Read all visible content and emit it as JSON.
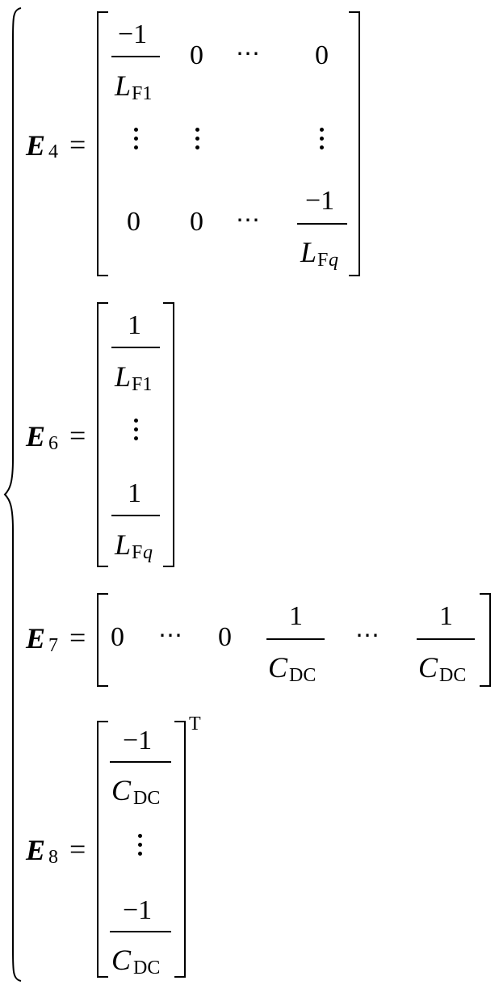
{
  "system": {
    "brace": "left-curly-brace",
    "equals": "=",
    "transpose": "T",
    "ellipsis": "⋯",
    "minus_one": "−1",
    "one": "1",
    "zero": "0",
    "L": "L",
    "C": "C",
    "sub_F1": "F1",
    "sub_F": "F",
    "sub_q": "q",
    "sub_DC": "DC"
  },
  "E4": {
    "symbol": "E",
    "index": "4"
  },
  "E6": {
    "symbol": "E",
    "index": "6"
  },
  "E7": {
    "symbol": "E",
    "index": "7"
  },
  "E8": {
    "symbol": "E",
    "index": "8"
  }
}
